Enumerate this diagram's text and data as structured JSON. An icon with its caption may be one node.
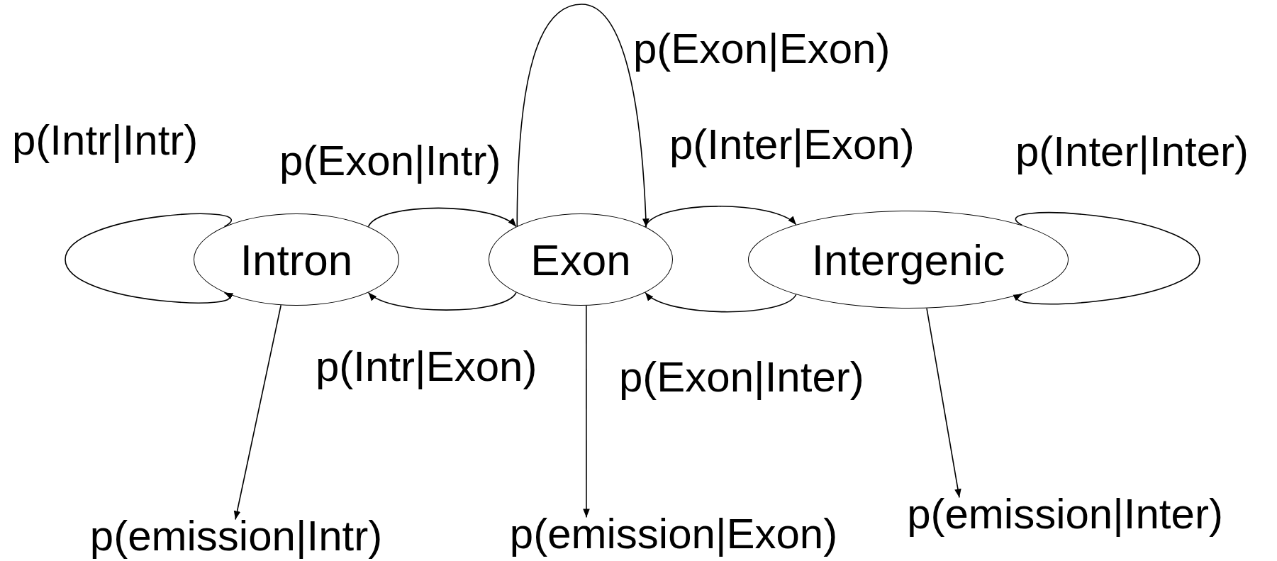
{
  "diagram": {
    "nodes": [
      {
        "text": [
          "Intron"
        ]
      },
      {
        "text": [
          "Exon"
        ]
      },
      {
        "text": [
          "Intergenic"
        ]
      },
      {
        "text": [
          "p(emission|Intr)"
        ]
      },
      {
        "text": [
          "p(emission|Exon)"
        ]
      },
      {
        "text": [
          "p(emission|Inter)"
        ]
      }
    ],
    "edges": [
      {
        "from": 0,
        "to": 0,
        "arrow": "to",
        "label": "p(Intr|Intr)"
      },
      {
        "from": 0,
        "to": 1,
        "arrow": "to",
        "label": "p(Exon|Intr)"
      },
      {
        "from": 1,
        "to": 0,
        "arrow": "to",
        "label": "p(Intr|Exon)"
      },
      {
        "from": 1,
        "to": 1,
        "arrow": "to",
        "label": "p(Exon|Exon)"
      },
      {
        "from": 1,
        "to": 2,
        "arrow": "to",
        "label": "p(Inter|Exon)"
      },
      {
        "from": 2,
        "to": 1,
        "arrow": "to",
        "label": "p(Exon|Inter)"
      },
      {
        "from": 2,
        "to": 2,
        "arrow": "to",
        "label": "p(Inter|Inter)"
      },
      {
        "from": 0,
        "to": 3,
        "arrow": "to"
      },
      {
        "from": 1,
        "to": 4,
        "arrow": "to"
      },
      {
        "from": 2,
        "to": 5,
        "arrow": "to"
      }
    ]
  }
}
